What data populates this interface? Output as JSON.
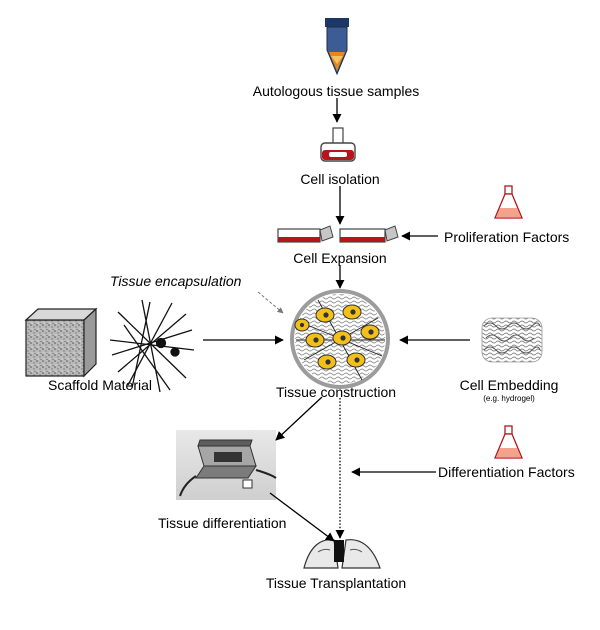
{
  "labels": {
    "autologous": "Autologous tissue samples",
    "cell_isolation": "Cell isolation",
    "cell_expansion": "Cell Expansion",
    "proliferation": "Proliferation Factors",
    "tissue_encapsulation": "Tissue encapsulation",
    "scaffold": "Scaffold Material",
    "tissue_construction": "Tissue construction",
    "cell_embedding": "Cell Embedding",
    "hydrogel_note": "(e.g. hydrogel)",
    "differentiation_factors": "Differentiation Factors",
    "tissue_differentiation": "Tissue differentiation",
    "tissue_transplantation": "Tissue Transplantation"
  },
  "colors": {
    "red": "#b3161b",
    "flask_fill": "#f3a28c",
    "cell_yellow": "#f2c018",
    "tube_blue": "#3b5c94",
    "tube_orange": "#e2891d"
  }
}
